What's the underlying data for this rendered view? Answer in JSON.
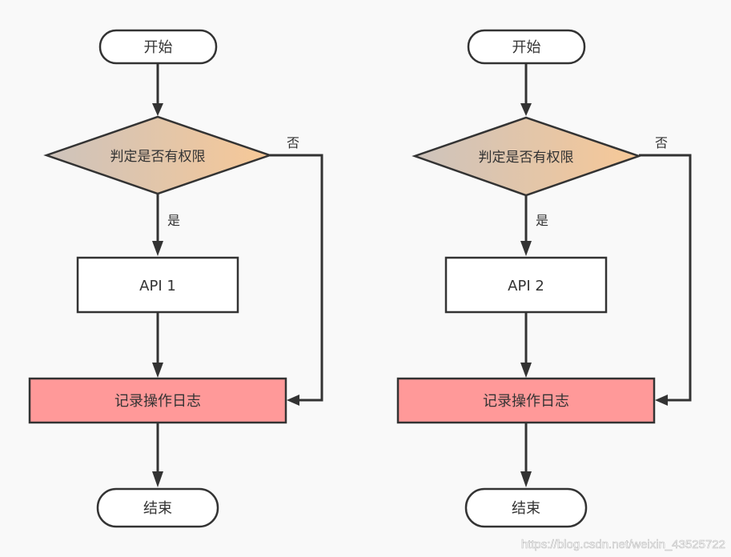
{
  "colors": {
    "background": "#f9f9f9",
    "stroke": "#333333",
    "log_fill": "#ff9999",
    "diamond_gradient_start": "#cdc3bc",
    "diamond_gradient_end": "#f7c897",
    "terminal_fill": "#ffffff",
    "process_fill": "#ffffff"
  },
  "flowcharts": [
    {
      "start": "开始",
      "decision": "判定是否有权限",
      "yes_label": "是",
      "no_label": "否",
      "process": "API 1",
      "log": "记录操作日志",
      "end": "结束"
    },
    {
      "start": "开始",
      "decision": "判定是否有权限",
      "yes_label": "是",
      "no_label": "否",
      "process": "API 2",
      "log": "记录操作日志",
      "end": "结束"
    }
  ],
  "watermark": "https://blog.csdn.net/weixin_43525722"
}
